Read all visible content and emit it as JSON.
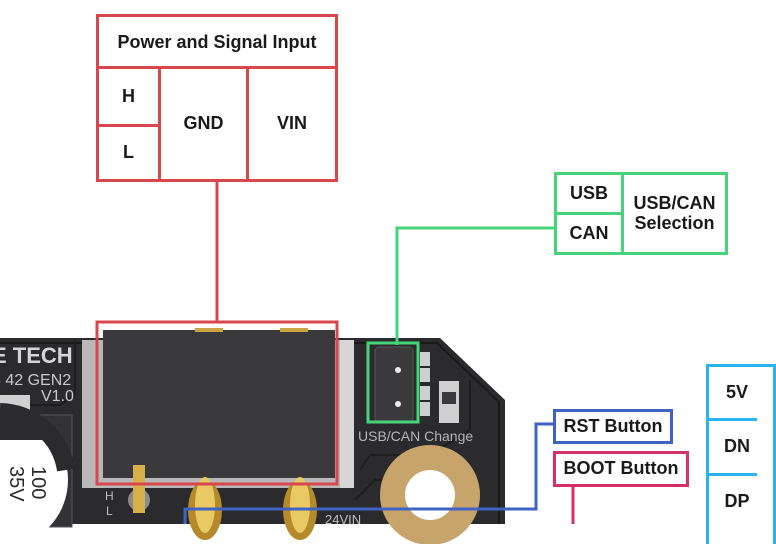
{
  "power_input": {
    "title": "Power and Signal Input",
    "pins": {
      "h": "H",
      "l": "L",
      "gnd": "GND",
      "vin": "VIN"
    },
    "color": "#d9474e"
  },
  "usb_can": {
    "options": {
      "usb": "USB",
      "can": "CAN"
    },
    "label_line1": "USB/CAN",
    "label_line2": "Selection",
    "color": "#45d47a"
  },
  "buttons": {
    "rst": {
      "label": "RST Button",
      "color": "#3f63c3"
    },
    "boot": {
      "label": "BOOT Button",
      "color": "#d63068"
    }
  },
  "usb_pins": {
    "pins": [
      "5V",
      "DN",
      "DP"
    ],
    "color": "#27b4f0"
  },
  "board": {
    "brand_text": "E TECH",
    "model_text": "3 42 GEN2",
    "version_text": "V1.0",
    "jumper_label": "USB/CAN Change",
    "capacitor_value": "100",
    "capacitor_voltage": "35V",
    "silk_h": "H",
    "silk_l": "L",
    "silk_vin": "24VIN"
  }
}
